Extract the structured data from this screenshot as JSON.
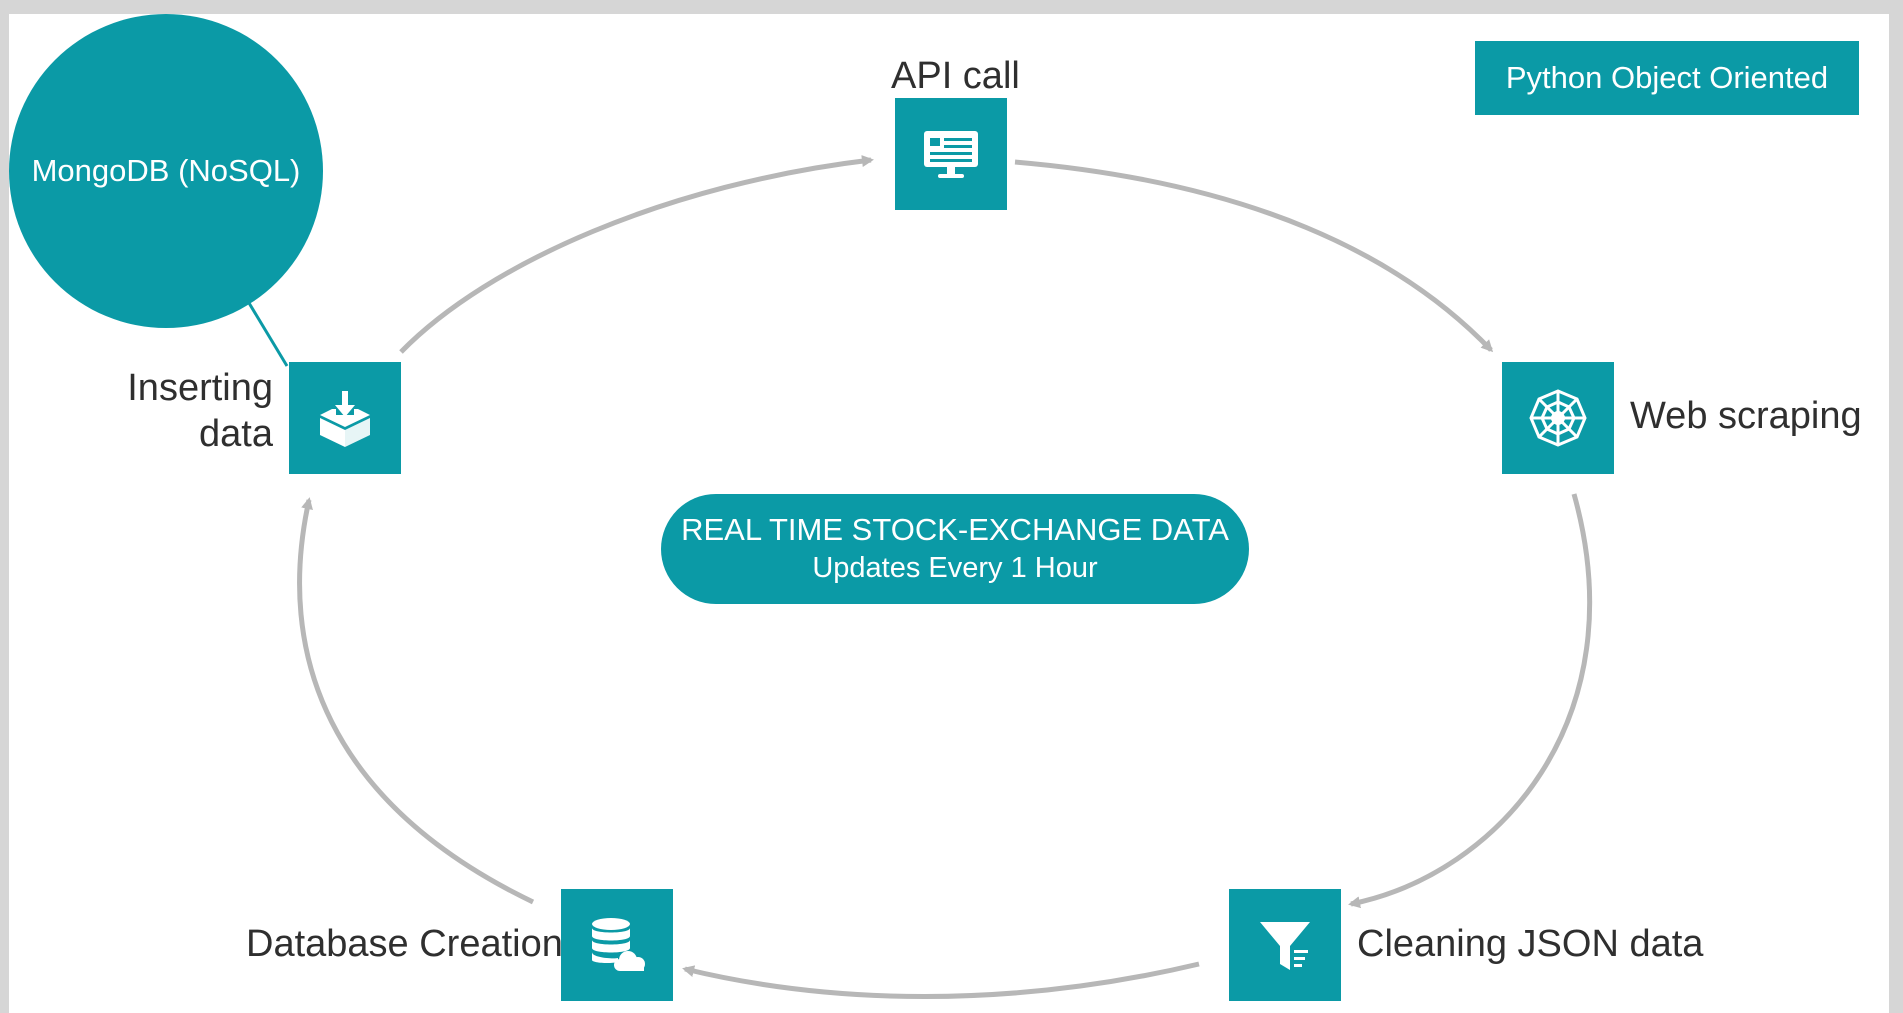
{
  "diagram": {
    "center": {
      "title": "REAL TIME STOCK-EXCHANGE DATA",
      "subtitle": "Updates Every 1 Hour"
    },
    "badge": "Python Object Oriented",
    "database": "MongoDB (NoSQL)",
    "nodes": [
      {
        "label": "API call",
        "icon": "monitor-icon"
      },
      {
        "label": "Web scraping",
        "icon": "spider-web-icon"
      },
      {
        "label": "Cleaning JSON data",
        "icon": "funnel-icon"
      },
      {
        "label": "Database Creation",
        "icon": "database-cloud-icon"
      },
      {
        "label_line1": "Inserting",
        "label_line2": "data",
        "icon": "download-box-icon"
      }
    ],
    "colors": {
      "accent": "#0b9aa6",
      "arrow": "#b7b7b7",
      "text": "#2f2f2f",
      "background": "#ffffff",
      "frame": "#d6d6d6"
    }
  }
}
